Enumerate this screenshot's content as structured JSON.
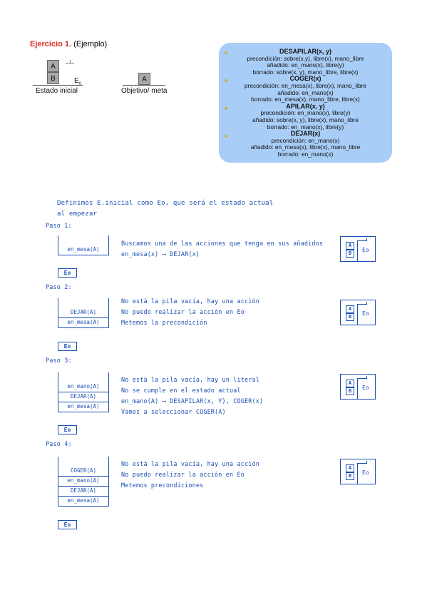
{
  "header": {
    "exercise": "Ejercicio 1.",
    "example": "(Ejemplo)"
  },
  "initial_figure": {
    "top_block": "A",
    "bottom_block": "B",
    "state_label": "E",
    "state_sub": "0",
    "caption": "Estado inicial"
  },
  "goal_figure": {
    "block": "A",
    "caption": "Objetivo/ meta"
  },
  "operators": [
    {
      "name": "DESAPILAR(x, y)",
      "lines": [
        "precondición: sobre(x,y), libre(x), mano_libre",
        "añadido: en_mano(x), libre(y)",
        "borrado: sobre(x, y), mano_libre, libre(x)"
      ]
    },
    {
      "name": "COGER(x)",
      "lines": [
        "precondición: en_mesa(x), libre(x), mano_libre",
        "añadido: en_mano(x)",
        "borrado: en_mesa(x), mano_libre, libre(x)"
      ]
    },
    {
      "name": "APILAR(x, y)",
      "lines": [
        "precondición: en_mano(x), libre(y)",
        "añadido: sobre(x, y), libre(x), mano_libre",
        "borrado: en_mano(x), libre(y)"
      ]
    },
    {
      "name": "DEJAR(x)",
      "lines": [
        "precondición: en_mano(x)",
        "añadido: en_mesa(x), libre(x), mano_libre",
        "borrado: en_mano(x)"
      ]
    }
  ],
  "intro": [
    "Definimos E.inicial como Eo, que será el estado actual",
    "al empezar"
  ],
  "eo_label": "Eo",
  "state_blocks": {
    "top": "A",
    "bottom": "B",
    "label": "Eo"
  },
  "steps": [
    {
      "title": "Paso 1:",
      "stack": [
        "en_mesa(A)"
      ],
      "notes": [
        "Buscamos una de las acciones que tenga en sus añadidos",
        "en_mesa(x) ⟶ DEJAR(x)"
      ]
    },
    {
      "title": "Paso 2:",
      "stack": [
        "DEJAR(A)",
        "en_mesa(A)"
      ],
      "notes": [
        "No está la pila vacía, hay una acción",
        "No puedo realizar la acción en Eo",
        "Metemos la precondición"
      ]
    },
    {
      "title": "Paso 3:",
      "stack": [
        "en_mano(A)",
        "DEJAR(A)",
        "en_mesa(A)"
      ],
      "notes": [
        "No está la pila vacía, hay un literal",
        "No se cumple en el estado actual",
        "en_mano(A) ⟶ DESAPILAR(x, Y), COGER(x)",
        "Vamos a seleccionar COGER(A)"
      ]
    },
    {
      "title": "Paso 4:",
      "stack": [
        "COGER(A)",
        "en_mano(A)",
        "DEJAR(A)",
        "en_mesa(A)"
      ],
      "notes": [
        "No está la pila vacía, hay una acción",
        "No puedo realizar la acción en Eo",
        "Metemos precondiciones"
      ]
    }
  ]
}
